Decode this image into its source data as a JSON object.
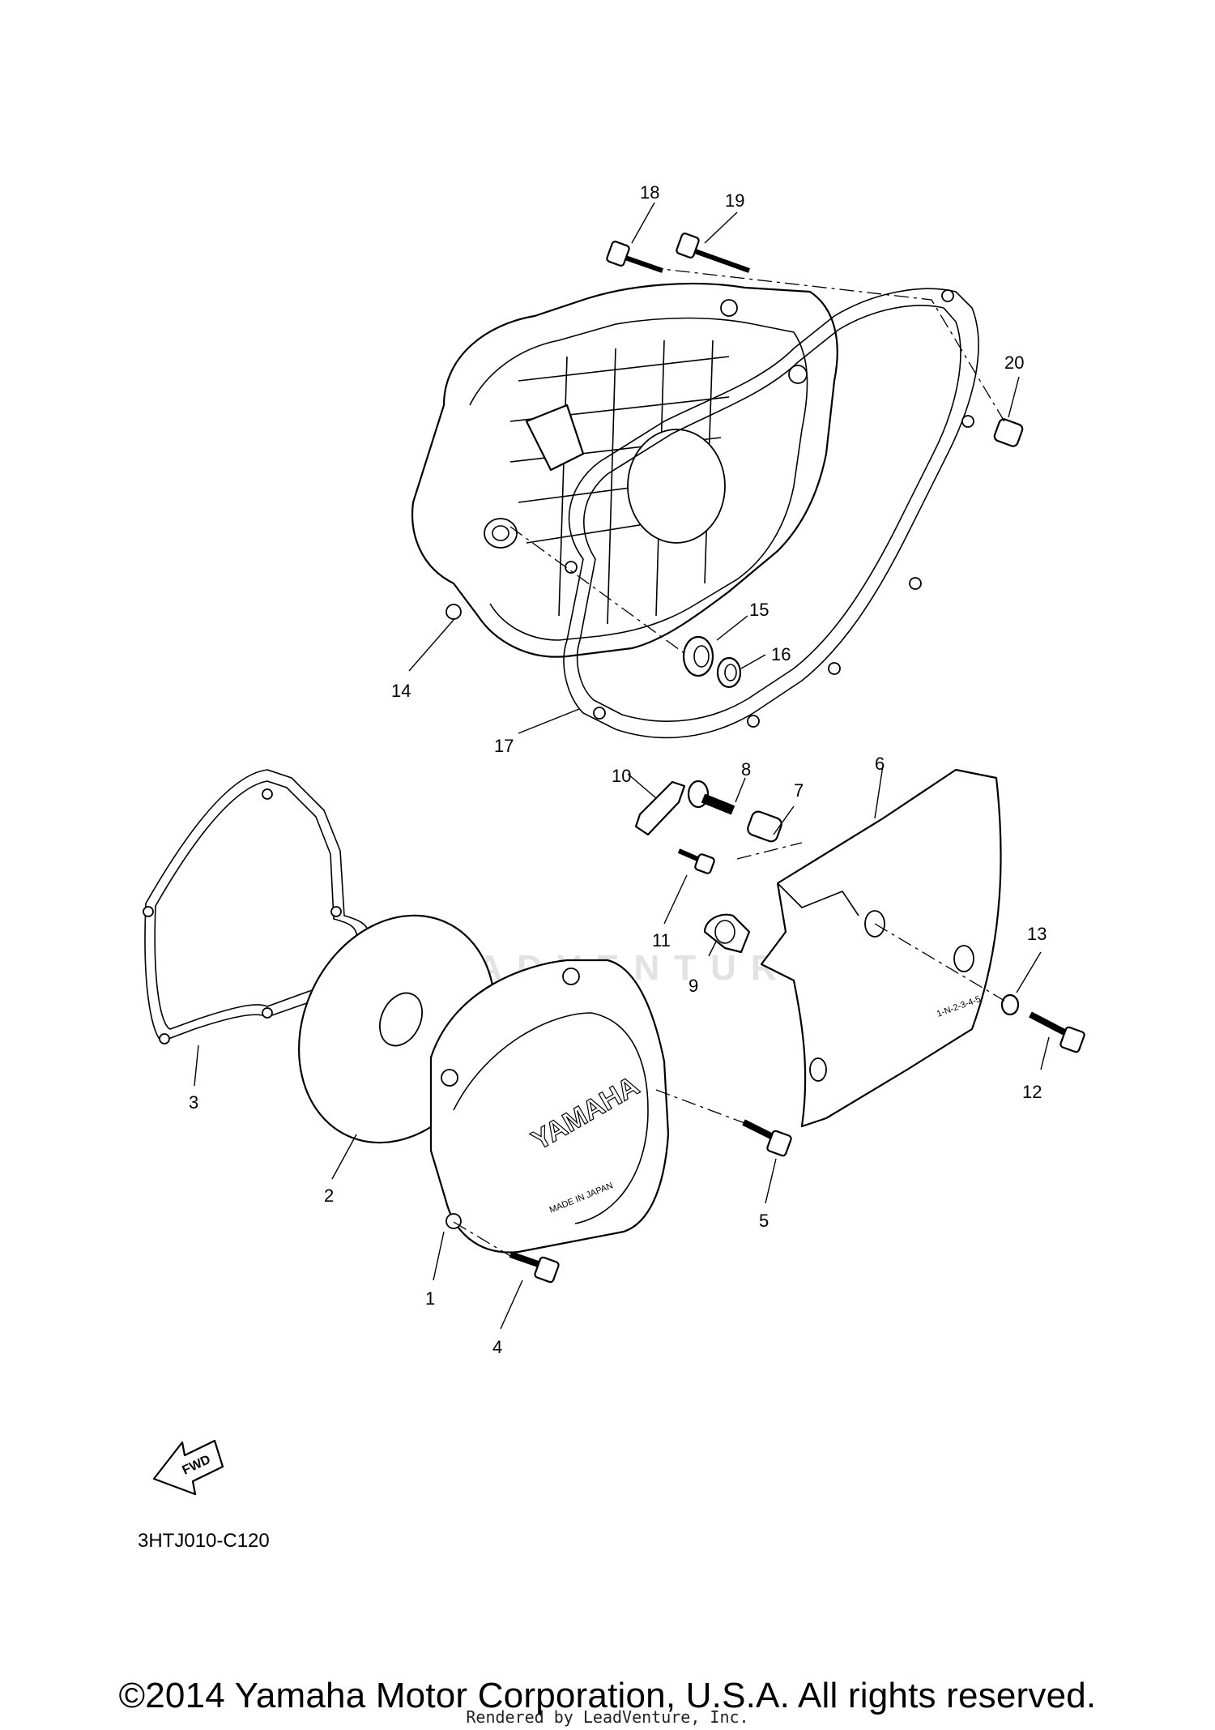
{
  "diagram": {
    "code": "3HTJ010-C120",
    "fwd_label": "FWD",
    "watermark": "LEADVENTURE",
    "emblem_text": "YAMAHA",
    "plate_text": "MADE IN JAPAN",
    "cover_mark": "1-N-2-3-4-5",
    "callouts": [
      "1",
      "2",
      "3",
      "4",
      "5",
      "6",
      "7",
      "8",
      "9",
      "10",
      "11",
      "12",
      "13",
      "14",
      "15",
      "16",
      "17",
      "18",
      "19",
      "20"
    ]
  },
  "footer": {
    "copyright": "©2014 Yamaha Motor Corporation, U.S.A. All rights reserved.",
    "rendered_by": "Rendered by LeadVenture, Inc."
  }
}
